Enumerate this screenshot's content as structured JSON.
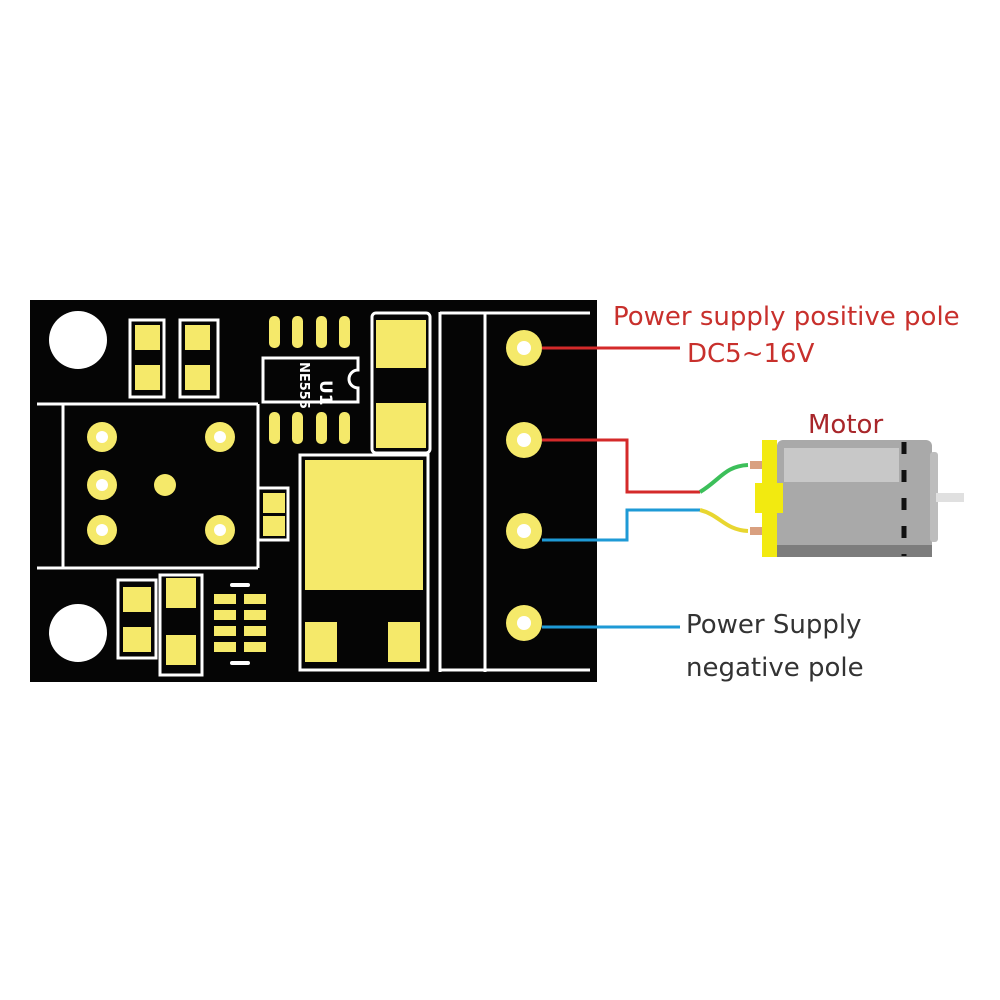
{
  "labels": {
    "positive_pole": "Power supply positive pole",
    "voltage": "DC5~16V",
    "motor": "Motor",
    "negative_line1": "Power Supply",
    "negative_line2": "negative pole"
  },
  "pcb": {
    "chip_label": "U1",
    "chip_part": "NE555"
  },
  "colors": {
    "board": "#050505",
    "pad": "#f5e96a",
    "positive_wire": "#d42a2a",
    "negative_wire": "#1e9ad6",
    "positive_text": "#c8302c",
    "negative_text": "#333333",
    "motor_body": "#a9a9a9",
    "motor_cap": "#f2ea10"
  }
}
